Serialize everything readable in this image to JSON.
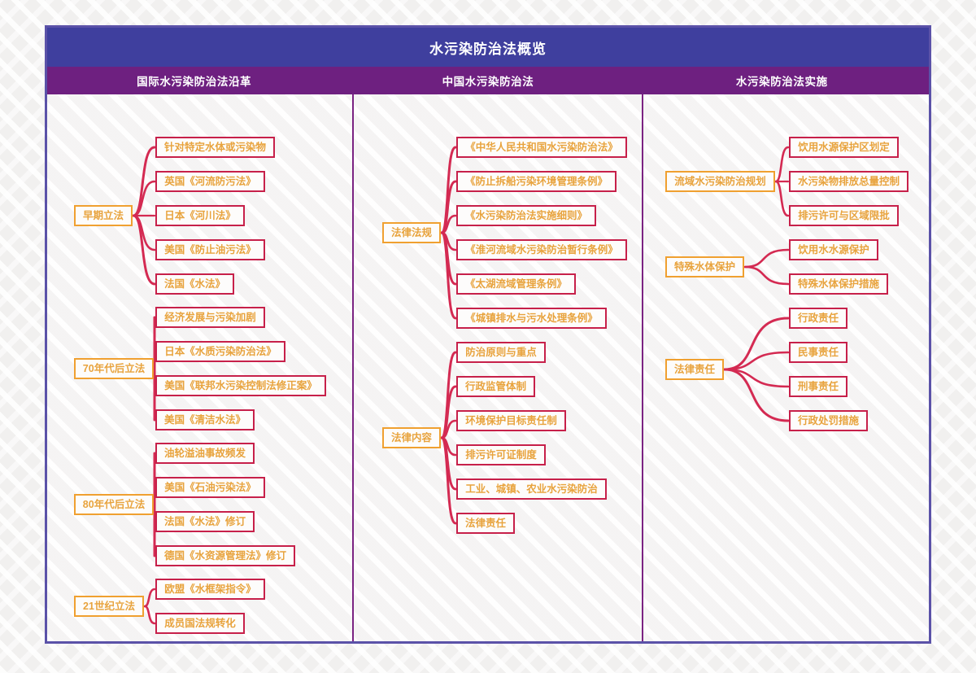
{
  "header": {
    "title": "水污染防治法概览",
    "columns": [
      {
        "label": "国际水污染防治法沿革"
      },
      {
        "label": "中国水污染防治法"
      },
      {
        "label": "水污染防治法实施"
      }
    ]
  },
  "colors": {
    "title_bar": "#3F3F9E",
    "subheader_bar": "#6E2080",
    "frame_border": "#5B52A8",
    "divider": "#7B2382",
    "parent_border": "#F0A030",
    "child_border": "#C7204A",
    "node_text": "#E8A33D",
    "connector": "#D42A52",
    "background": "#F1F0EF"
  },
  "columns": [
    {
      "name": "international",
      "groups": [
        {
          "parent": "早期立法",
          "children": [
            "针对特定水体或污染物",
            "英国《河流防污法》",
            "日本《河川法》",
            "美国《防止油污法》",
            "法国《水法》"
          ]
        },
        {
          "parent": "70年代后立法",
          "children": [
            "经济发展与污染加剧",
            "日本《水质污染防治法》",
            "美国《联邦水污染控制法修正案》",
            "美国《清洁水法》"
          ]
        },
        {
          "parent": "80年代后立法",
          "children": [
            "油轮溢油事故频发",
            "美国《石油污染法》",
            "法国《水法》修订",
            "德国《水资源管理法》修订"
          ]
        },
        {
          "parent": "21世纪立法",
          "children": [
            "欧盟《水框架指令》",
            "成员国法规转化"
          ]
        }
      ]
    },
    {
      "name": "china",
      "groups": [
        {
          "parent": "法律法规",
          "children": [
            "《中华人民共和国水污染防治法》",
            "《防止拆船污染环境管理条例》",
            "《水污染防治法实施细则》",
            "《淮河流域水污染防治暂行条例》",
            "《太湖流域管理条例》",
            "《城镇排水与污水处理条例》"
          ]
        },
        {
          "parent": "法律内容",
          "children": [
            "防治原则与重点",
            "行政监管体制",
            "环境保护目标责任制",
            "排污许可证制度",
            "工业、城镇、农业水污染防治",
            "法律责任"
          ]
        }
      ]
    },
    {
      "name": "implementation",
      "groups": [
        {
          "parent": "流域水污染防治规划",
          "children": [
            "饮用水源保护区划定",
            "水污染物排放总量控制",
            "排污许可与区域限批"
          ]
        },
        {
          "parent": "特殊水体保护",
          "children": [
            "饮用水水源保护",
            "特殊水体保护措施"
          ]
        },
        {
          "parent": "法律责任",
          "children": [
            "行政责任",
            "民事责任",
            "刑事责任",
            "行政处罚措施"
          ]
        }
      ]
    }
  ]
}
